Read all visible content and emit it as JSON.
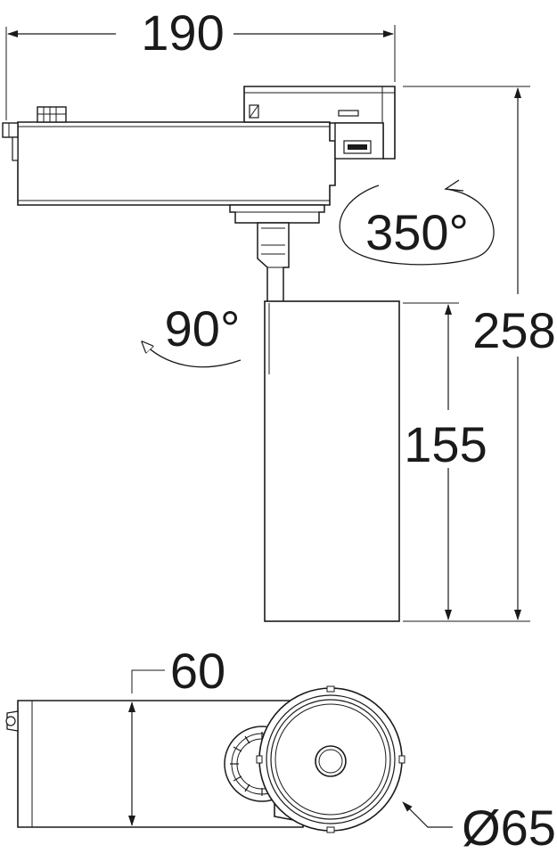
{
  "dimensions": {
    "width": "190",
    "rotation_horizontal": "350°",
    "height_total": "258",
    "tilt": "90°",
    "head_length": "155",
    "bottom_width": "60",
    "head_diameter": "Ø65"
  },
  "colors": {
    "line": "#1a1a1a",
    "background": "#ffffff"
  }
}
